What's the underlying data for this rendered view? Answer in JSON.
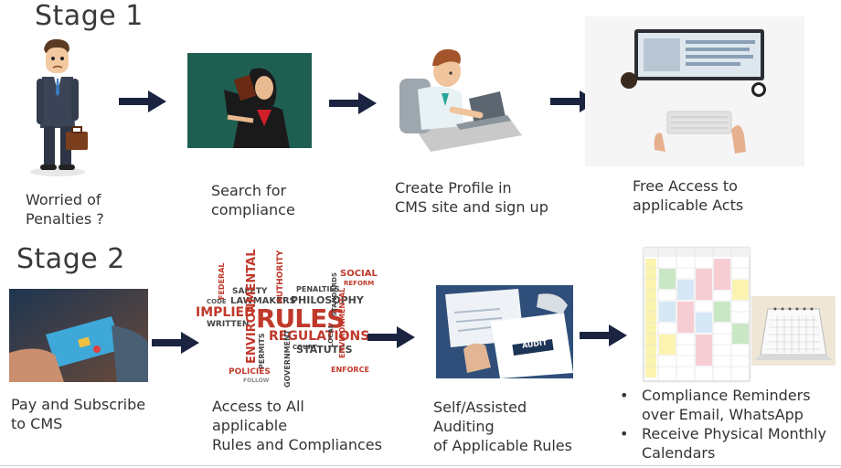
{
  "stage1": {
    "title": "Stage 1",
    "steps": [
      {
        "caption": "Worried of\nPenalties ?",
        "illustration": "worried-businessman"
      },
      {
        "caption": "Search for\ncompliance",
        "illustration": "woman-reading-book"
      },
      {
        "caption": "Create Profile in\nCMS site and sign up",
        "illustration": "man-typing-laptop"
      },
      {
        "caption": "Free Access to\napplicable Acts",
        "illustration": "desk-with-computer"
      }
    ]
  },
  "stage2": {
    "title": "Stage 2",
    "steps": [
      {
        "caption": "Pay and Subscribe\nto CMS",
        "illustration": "credit-card-payment"
      },
      {
        "caption": "Access to All\napplicable\nRules and Compliances",
        "illustration": "rules-word-cloud"
      },
      {
        "caption": "Self/Assisted\nAuditing\nof Applicable Rules",
        "illustration": "audit-document"
      }
    ],
    "bullets": [
      "Compliance Reminders\nover Email, WhatsApp",
      "Receive Physical Monthly\nCalendars"
    ],
    "images": [
      "weekly-schedule-table",
      "desk-calendar"
    ]
  },
  "wordcloud": {
    "words": [
      "RULES",
      "REGULATIONS",
      "IMPLIED",
      "PHILOSOPHY",
      "CRIMINAL",
      "STATUTES",
      "ENVIRONMENTAL",
      "SOCIAL",
      "LAWMAKERS",
      "SAFETY",
      "WRITTEN",
      "POLICIES",
      "PERMITS",
      "COURT",
      "GOVERNMENT",
      "ENFORCE",
      "PENALTIES",
      "AUTHORITY",
      "FEDERAL",
      "CODE",
      "LOCAL",
      "STANDARDS",
      "REFORM",
      "FOLLOW"
    ]
  },
  "icons": {
    "arrow": "right-arrow-icon"
  },
  "colors": {
    "arrow": "#1a2440",
    "text": "#333333",
    "accent_red": "#c0392b"
  }
}
